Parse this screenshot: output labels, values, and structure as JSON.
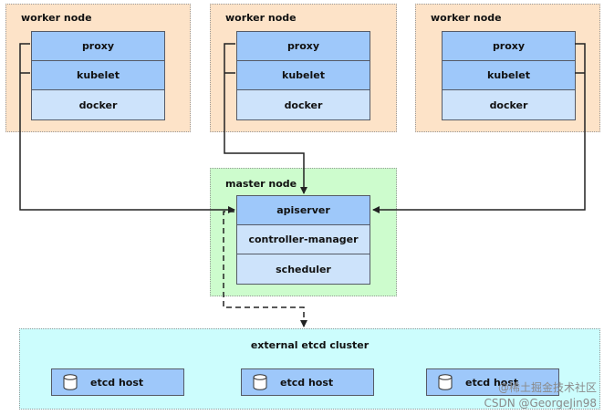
{
  "workers": [
    {
      "title": "worker node",
      "components": [
        "proxy",
        "kubelet",
        "docker"
      ]
    },
    {
      "title": "worker node",
      "components": [
        "proxy",
        "kubelet",
        "docker"
      ]
    },
    {
      "title": "worker node",
      "components": [
        "proxy",
        "kubelet",
        "docker"
      ]
    }
  ],
  "master": {
    "title": "master node",
    "components": [
      "apiserver",
      "controller-manager",
      "scheduler"
    ]
  },
  "etcd": {
    "title": "external etcd cluster",
    "hosts": [
      "etcd host",
      "etcd host",
      "etcd host"
    ]
  },
  "watermark": {
    "line1": "@稀土掘金技术社区",
    "line2": "CSDN @GeorgeJin98"
  },
  "icons": {
    "etcd_host": "database-icon"
  },
  "colors": {
    "worker_bg": "#fde3c8",
    "master_bg": "#cdfccd",
    "etcd_bg": "#ccfdfd",
    "component_strong": "#9ec8fa",
    "component_light": "#cde3fb"
  }
}
